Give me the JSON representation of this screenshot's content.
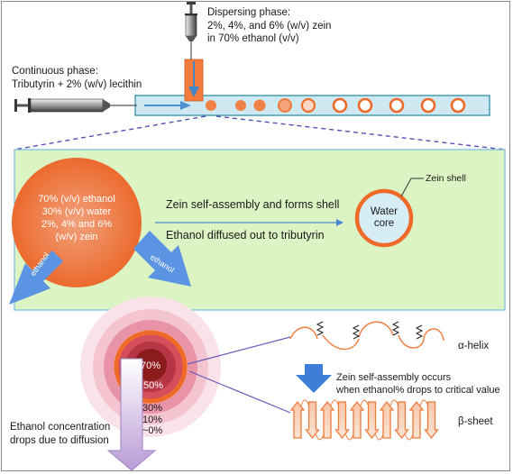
{
  "dispersing_phase": {
    "title": "Dispersing phase:",
    "line2": "2%, 4%, and 6% (w/v) zein",
    "line3": "in 70% ethanol (v/v)"
  },
  "continuous_phase": {
    "title": "Continuous phase:",
    "line2": "Tributyrin + 2% (w/v) lecithin"
  },
  "droplet": {
    "line1": "70% (v/v) ethanol",
    "line2": "30% (v/v) water",
    "line3": "2%, 4% and 6%",
    "line4": "(w/v) zein",
    "arrow_left": "ethanol",
    "arrow_right": "ethanol"
  },
  "process": {
    "assembly": "Zein self-assembly and forms shell",
    "diffusion": "Ethanol diffused out to tributyrin"
  },
  "capsule": {
    "shell_label": "Zein shell",
    "core_line1": "Water",
    "core_line2": "core"
  },
  "gradient": {
    "c70": "70%",
    "c50": "50%",
    "c30": "30%",
    "c10": "10%",
    "c0": "~0%",
    "caption_line1": "Ethanol concentration",
    "caption_line2": "drops due to diffusion"
  },
  "structures": {
    "alpha_helix": "α-helix",
    "assembly_line1": "Zein self-assembly occurs",
    "assembly_line2": "when ethanol% drops to critical value",
    "beta_sheet": "β-sheet"
  },
  "colors": {
    "orange": "#f47b3c",
    "panel_green": "#dcf3c3",
    "channel_blue": "#cfe9f3",
    "arrow_blue": "#5b94e2",
    "dark_core": "#8c1c1c"
  }
}
